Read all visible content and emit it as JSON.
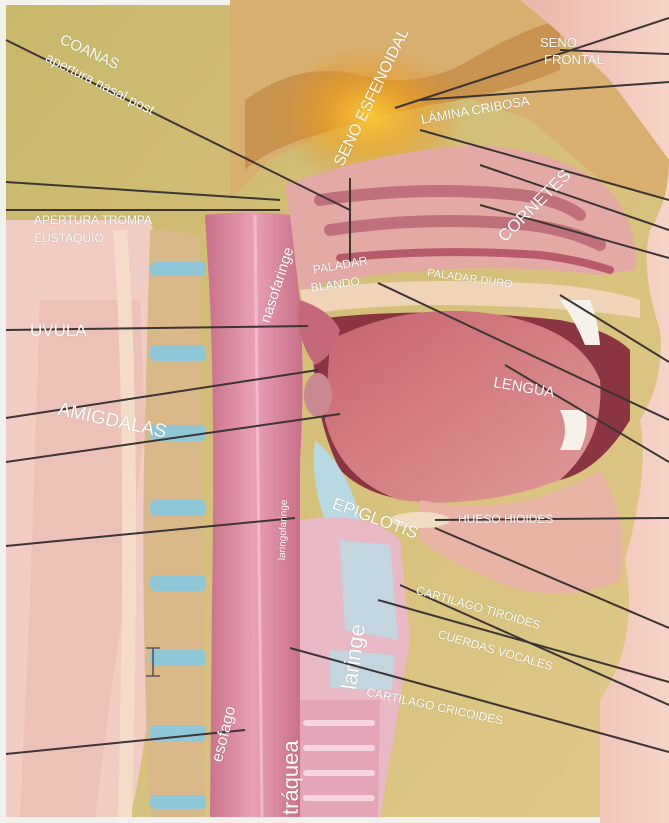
{
  "colors": {
    "background_wall": "#d9c278",
    "skin": "#f0c6b8",
    "tissue_pink": "#d88c95",
    "tissue_dark": "#b35666",
    "vertebra": "#d9b88a",
    "disc_blue": "#8ec8d8",
    "leader_line": "#3b3536",
    "label_text": "#ffffff"
  },
  "labels": {
    "coanas": "COANAS",
    "apertura_nasal_post": "apertura nasal post",
    "seno_esfenoidal": "SENO ESFENOIDAL",
    "seno_frontal_1": "SENO",
    "seno_frontal_2": "FRONTAL",
    "lamina_cribosa": "LÁMINA CRIBOSA",
    "cornetes": "CORNETES",
    "apertura_trompa_1": "APERTURA TROMPA",
    "apertura_trompa_2": "EUSTAQUIO",
    "nasofaringe": "nasofaringe",
    "paladar_blando_1": "PALADAR",
    "paladar_blando_2": "BLANDO",
    "paladar_duro": "PALADAR DURO",
    "uvula": "UVULA",
    "amigdalas": "AMIGDALAS",
    "lengua": "LENGUA",
    "laringofaringe": "laringofaringe",
    "epiglotis": "EPIGLOTIS",
    "hueso_hioides": "HUESO HIOIDES",
    "laringe": "laringe",
    "cartilago_tiroides": "CARTILAGO TIROIDES",
    "cuerdas_vocales": "CUERDAS VOCALES",
    "cartilago_cricoides": "CARTILAGO CRICOIDES",
    "esofago": "esofago",
    "traquea": "tráquea"
  }
}
